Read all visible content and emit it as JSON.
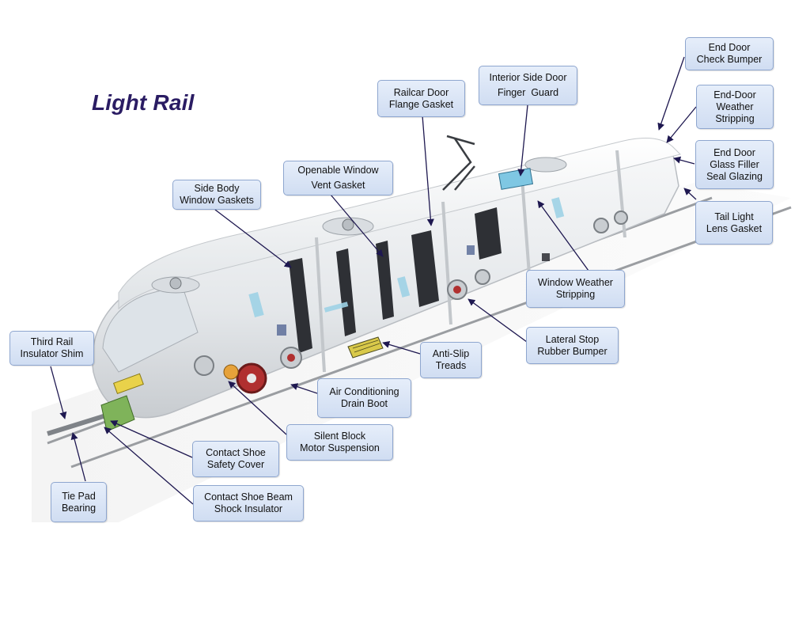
{
  "title": "Light Rail",
  "labels": {
    "end_door_check_bumper": [
      "End Door",
      "Check Bumper"
    ],
    "end_door_weather_stripping": [
      "End-Door",
      "Weather",
      "Stripping"
    ],
    "end_door_glass_filler": [
      "End Door",
      "Glass Filler",
      "Seal Glazing"
    ],
    "tail_light_lens_gasket": [
      "Tail Light",
      "Lens Gasket"
    ],
    "interior_side_door_finger_guard": [
      "Interior Side Door",
      "Finger  Guard"
    ],
    "railcar_door_flange_gasket": [
      "Railcar Door",
      "Flange Gasket"
    ],
    "openable_window_vent_gasket": [
      "Openable Window",
      "Vent Gasket"
    ],
    "side_body_window_gaskets": [
      "Side Body",
      "Window Gaskets"
    ],
    "window_weather_stripping": [
      "Window Weather",
      "Stripping"
    ],
    "lateral_stop_rubber_bumper": [
      "Lateral Stop",
      "Rubber Bumper"
    ],
    "anti_slip_treads": [
      "Anti-Slip",
      "Treads"
    ],
    "air_conditioning_drain_boot": [
      "Air Conditioning",
      "Drain Boot"
    ],
    "silent_block_motor_suspension": [
      "Silent Block",
      "Motor Suspension"
    ],
    "third_rail_insulator_shim": [
      "Third Rail",
      "Insulator Shim"
    ],
    "contact_shoe_safety_cover": [
      "Contact Shoe",
      "Safety Cover"
    ],
    "contact_shoe_beam_shock_insulator": [
      "Contact Shoe Beam",
      "Shock Insulator"
    ],
    "tie_pad_bearing": [
      "Tie Pad",
      "Bearing"
    ]
  },
  "colors": {
    "title": "#2a1c63",
    "callout_fill": "#dbe5f6",
    "callout_border": "#8ea6cf",
    "arrow": "#1e1850",
    "train_body": "#eef0f2",
    "window_band": "#2e3035"
  }
}
